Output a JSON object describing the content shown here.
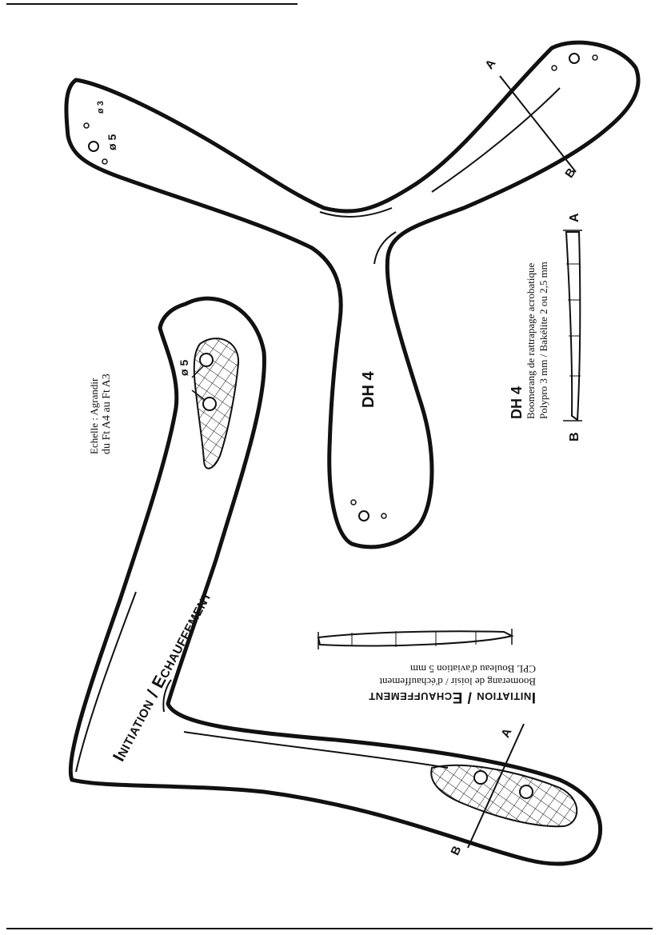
{
  "scale_note": {
    "line1": "Echelle : Agrandir",
    "line2": "du Ft A4 au Ft A3"
  },
  "initiation": {
    "blade_title": "Initiation / Echauffement",
    "caption_title": "Initiation / Echauffement",
    "caption_line1": "Boomerang de loisir / d'échauffement",
    "caption_line2": "CPL Bouleau d'aviation 5 mm",
    "hole_label": "ø 5",
    "section_a": "A",
    "section_b": "B"
  },
  "dh4": {
    "blade_title": "DH 4",
    "caption_title": "DH 4",
    "caption_line1": "Boomerang de rattrapage acrobatique",
    "caption_line2": "Polypro 3 mm / Bakélite 2 ou 2,5 mm",
    "hole_label_5": "ø 5",
    "hole_label_3": "ø 3",
    "section_a": "A",
    "section_b": "B"
  }
}
